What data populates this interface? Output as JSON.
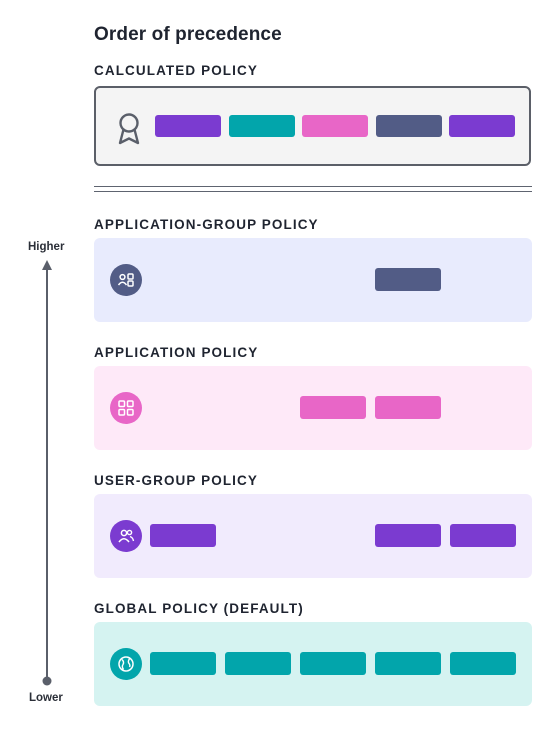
{
  "title": "Order of precedence",
  "colors": {
    "purple": "#7b3bd0",
    "teal": "#02a5ab",
    "pink": "#e866c7",
    "slate": "#525c86",
    "app_group_bg": "#e8ebfd",
    "app_bg": "#fee9f8",
    "user_group_bg": "#f1ebfd",
    "global_bg": "#d5f3f1",
    "calc_bg": "#f4f4f4"
  },
  "calculated": {
    "label": "CALCULATED POLICY",
    "icon": "award-ribbon-icon",
    "bars": [
      "purple",
      "teal",
      "pink",
      "slate",
      "purple"
    ]
  },
  "policies": [
    {
      "label": "APPLICATION-GROUP POLICY",
      "icon": "application-group-icon",
      "slots": [
        null,
        null,
        null,
        "slate",
        null
      ]
    },
    {
      "label": "APPLICATION POLICY",
      "icon": "application-grid-icon",
      "slots": [
        null,
        null,
        "pink",
        "pink",
        null
      ]
    },
    {
      "label": "USER-GROUP POLICY",
      "icon": "user-group-icon",
      "slots": [
        "purple",
        null,
        null,
        "purple",
        "purple"
      ]
    },
    {
      "label": "GLOBAL POLICY (DEFAULT)",
      "icon": "globe-icon",
      "slots": [
        "teal",
        "teal",
        "teal",
        "teal",
        "teal"
      ]
    }
  ],
  "axis": {
    "higher": "Higher",
    "lower": "Lower"
  }
}
